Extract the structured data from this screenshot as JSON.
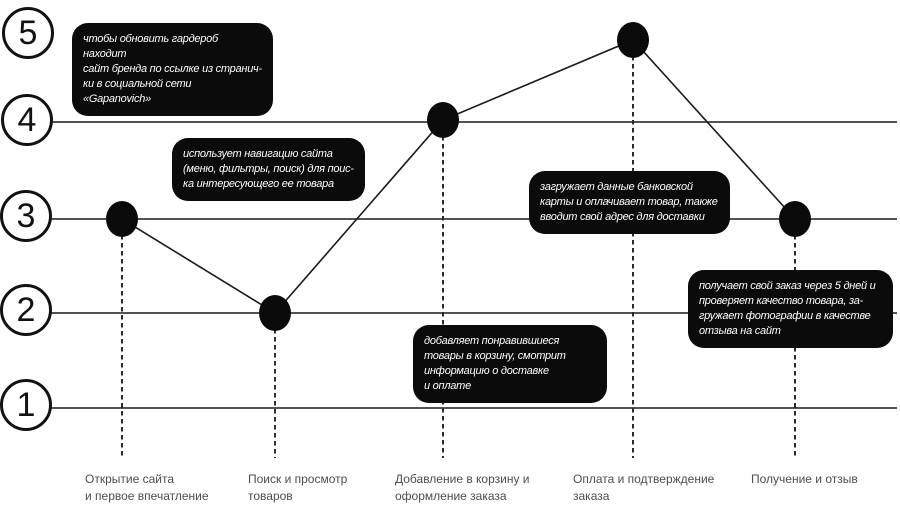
{
  "chart_data": {
    "type": "line",
    "categories": [
      "Открытие сайта\nи первое впечатление",
      "Поиск и просмотр\nтоваров",
      "Добавление в корзину и\nоформление заказа",
      "Оплата и подтверждение\nзаказа",
      "Получение и отзыв"
    ],
    "values": [
      3,
      2,
      4,
      5,
      3
    ],
    "y_ticks": [
      "1",
      "2",
      "3",
      "4",
      "5"
    ],
    "ylim": [
      1,
      5
    ],
    "annotations": [
      "чтобы обновить гардероб находит\nсайт бренда по ссылке из странич-\nки в социальной сети «Gapanovich»",
      "использует навигацию сайта\n(меню, фильтры, поиск) для поис-\nка интересующего ее товара",
      "добавляет понравившиеся\nтовары в корзину, смотрит\nинформацию о доставке\nи оплате",
      "загружает данные банковской\nкарты и оплачивает товар, также\nвводит свой адрес для доставки",
      "получает свой заказ через 5 дней и\nпроверяет качество товара, за-\nгружает фотографии в качестве\nотзыва на сайт"
    ],
    "legend": null,
    "grid": "horizontal",
    "layout": {
      "stage_x": [
        122,
        275,
        443,
        633,
        795
      ],
      "level_y": [
        408,
        313,
        219,
        122,
        27
      ],
      "level_has_line": [
        true,
        true,
        true,
        true,
        false
      ],
      "dot_y_adjust": [
        0,
        0,
        -2,
        13,
        0
      ],
      "axis_line_x": [
        51,
        897
      ],
      "dash_bottom_y": 458,
      "dot_rx": 16,
      "dot_ry": 18
    },
    "colors": {
      "ink": "#1a1a1a",
      "dot": "#0a0a0a",
      "bubble_bg": "#0b0b0b",
      "bubble_text": "#ffffff",
      "xlabel_text": "#4d4d4d",
      "background": "#ffffff"
    }
  }
}
